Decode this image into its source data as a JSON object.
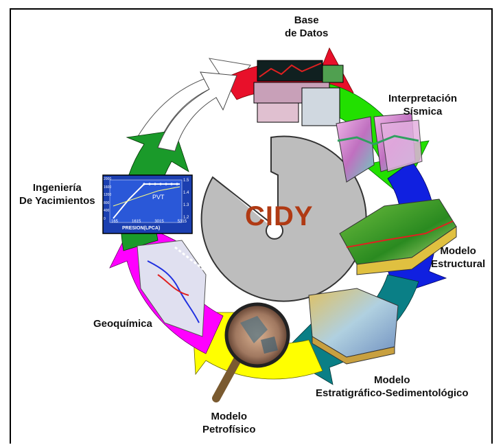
{
  "center": {
    "label": "CIDY"
  },
  "stages": [
    {
      "id": "base-de-datos",
      "lines": [
        "Base",
        "de Datos"
      ],
      "color": "#e8102a"
    },
    {
      "id": "interpretacion-sismica",
      "lines": [
        "Interpretación",
        "Sísmica"
      ],
      "color": "#22e000"
    },
    {
      "id": "modelo-estructural",
      "lines": [
        "Modelo",
        "Estructural"
      ],
      "color": "#1020e0"
    },
    {
      "id": "modelo-estratigrafico",
      "lines": [
        "Modelo",
        "Estratigráfico-Sedimentológico"
      ],
      "color": "#0a7f86"
    },
    {
      "id": "modelo-petrofisico",
      "lines": [
        "Modelo",
        "Petrofísico"
      ],
      "color": "#ffff00"
    },
    {
      "id": "geoquimica",
      "lines": [
        "Geoquímica"
      ],
      "color": "#ff00ff"
    },
    {
      "id": "ingenieria-yacimientos",
      "lines": [
        "Ingeniería",
        "De Yacimientos"
      ],
      "color": "#1a9a2a"
    }
  ],
  "pvt_plot": {
    "xlabel": "PRESION(LPCA)",
    "x_ticks": [
      "165",
      "1615",
      "3015",
      "5315"
    ],
    "y_ticks_left": [
      "2000",
      "1600",
      "1200",
      "800",
      "400",
      "0"
    ],
    "y_ticks_right": [
      "1.5",
      "1.4",
      "1.3",
      "1.2"
    ],
    "annotation": "PVT"
  }
}
